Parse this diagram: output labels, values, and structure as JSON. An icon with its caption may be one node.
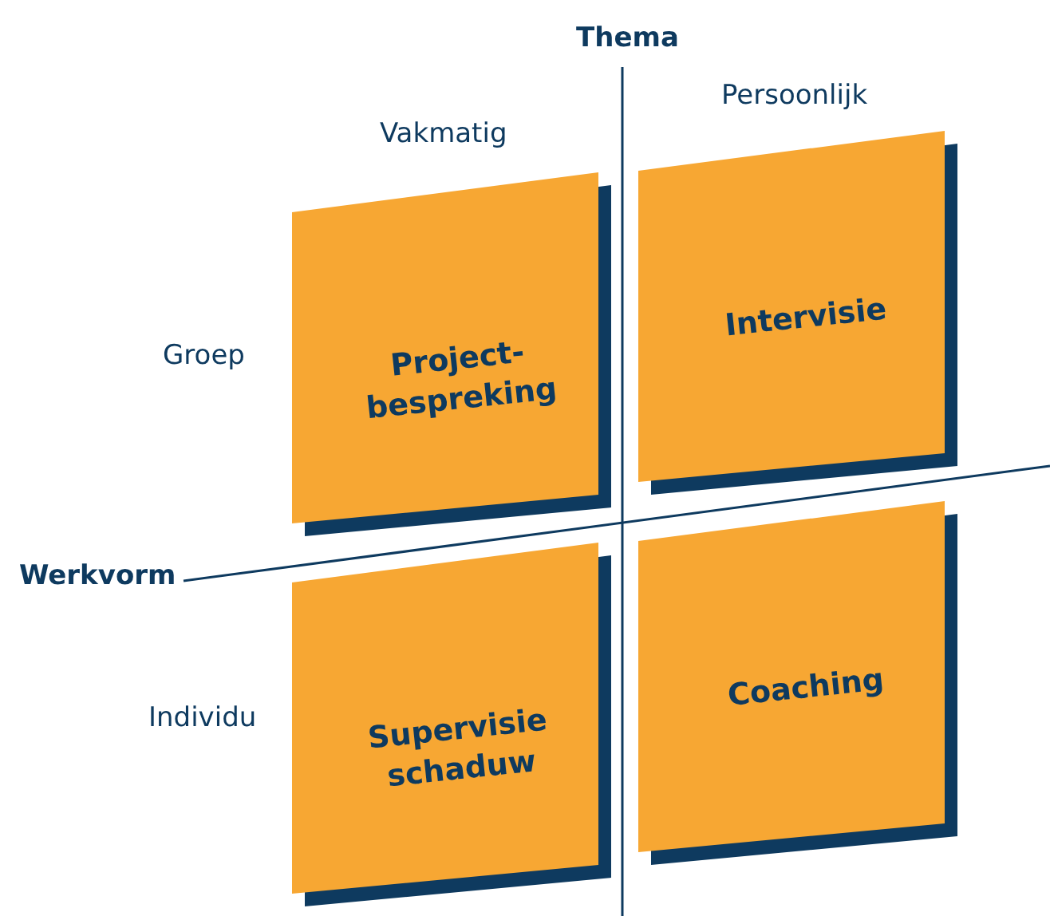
{
  "diagram": {
    "nodes": [
      {
        "text": [
          "Project- bespreking"
        ]
      },
      {
        "text": [
          "Intervisie"
        ]
      },
      {
        "text": [
          "Supervisie schaduw"
        ]
      },
      {
        "text": [
          "Coaching"
        ]
      }
    ],
    "labels": [
      "Thema",
      "Vakmatig",
      "Persoonlijk",
      "Groep",
      "Werkvorm",
      "Individu"
    ]
  }
}
